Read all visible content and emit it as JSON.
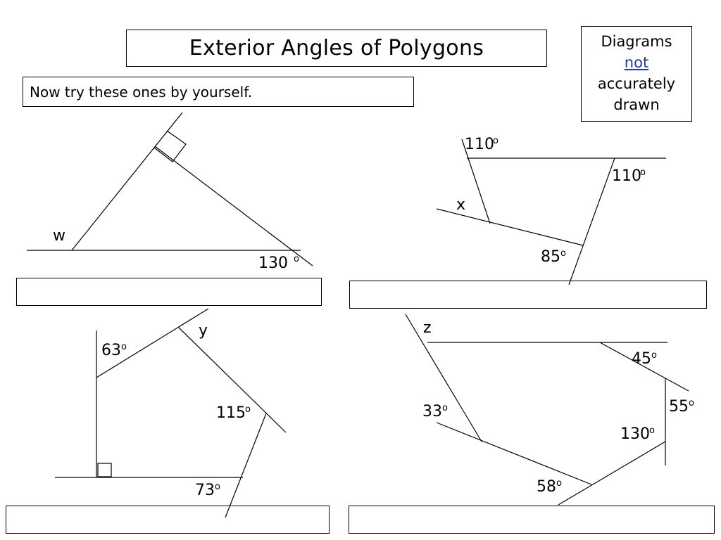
{
  "title": "Exterior Angles of Polygons",
  "note": {
    "line1": "Diagrams",
    "line2": "not",
    "line3": "accurately",
    "line4": "drawn"
  },
  "instruction": "Now try these ones by yourself.",
  "degree_mark": "o",
  "diagrams": {
    "triangle": {
      "unknown": "w",
      "angle": "130"
    },
    "quadrilateral": {
      "unknown": "x",
      "angle_top": "110",
      "angle_right": "110",
      "angle_bottom": "85"
    },
    "pentagon": {
      "unknown": "y",
      "angle_left": "63",
      "angle_right": "115",
      "angle_bottom": "73"
    },
    "hexagon": {
      "unknown": "z",
      "angle_a": "45",
      "angle_b": "55",
      "angle_c": "130",
      "angle_d": "58",
      "angle_e": "33"
    }
  }
}
